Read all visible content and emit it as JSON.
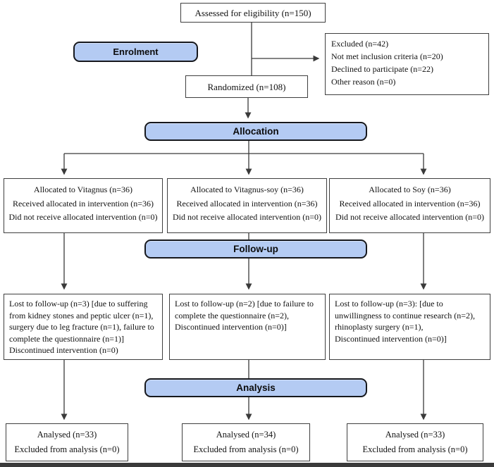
{
  "colors": {
    "badge_fill": "#b4cbf3",
    "badge_border": "#16181d",
    "box_border": "#3f3f3f",
    "arrow": "#3a3a3a"
  },
  "stages": {
    "enrolment": "Enrolment",
    "allocation": "Allocation",
    "followup": "Follow-up",
    "analysis": "Analysis"
  },
  "boxes": {
    "assessed": "Assessed for eligibility (n=150)",
    "excluded": [
      "Excluded (n=42)",
      "Not met inclusion criteria (n=20)",
      "Declined to participate (n=22)",
      "Other reason (n=0)"
    ],
    "randomized": "Randomized (n=108)",
    "allocation": [
      [
        "Allocated to Vitagnus (n=36)",
        "Received allocated in intervention (n=36)",
        "Did not receive allocated intervention (n=0)"
      ],
      [
        "Allocated to Vitagnus-soy (n=36)",
        "Received allocated in intervention (n=36)",
        "Did not receive allocated intervention (n=0)"
      ],
      [
        "Allocated to Soy (n=36)",
        "Received allocated in intervention (n=36)",
        "Did not receive allocated intervention (n=0)"
      ]
    ],
    "followup": [
      [
        "Lost to follow-up (n=3) [due to suffering from kidney stones and peptic ulcer (n=1), surgery due to leg fracture (n=1), failure to complete the questionnaire (n=1)]",
        "Discontinued intervention (n=0)"
      ],
      [
        "Lost to follow-up (n=2) [due to failure to complete the questionnaire (n=2),",
        "Discontinued intervention (n=0)]"
      ],
      [
        "Lost to follow-up (n=3): [due to unwillingness to continue research (n=2),",
        "rhinoplasty surgery (n=1),",
        "Discontinued intervention (n=0)]"
      ]
    ],
    "analysed": [
      [
        "Analysed (n=33)",
        "Excluded from analysis (n=0)"
      ],
      [
        "Analysed (n=34)",
        "Excluded from analysis (n=0)"
      ],
      [
        "Analysed (n=33)",
        "Excluded from analysis (n=0)"
      ]
    ]
  }
}
